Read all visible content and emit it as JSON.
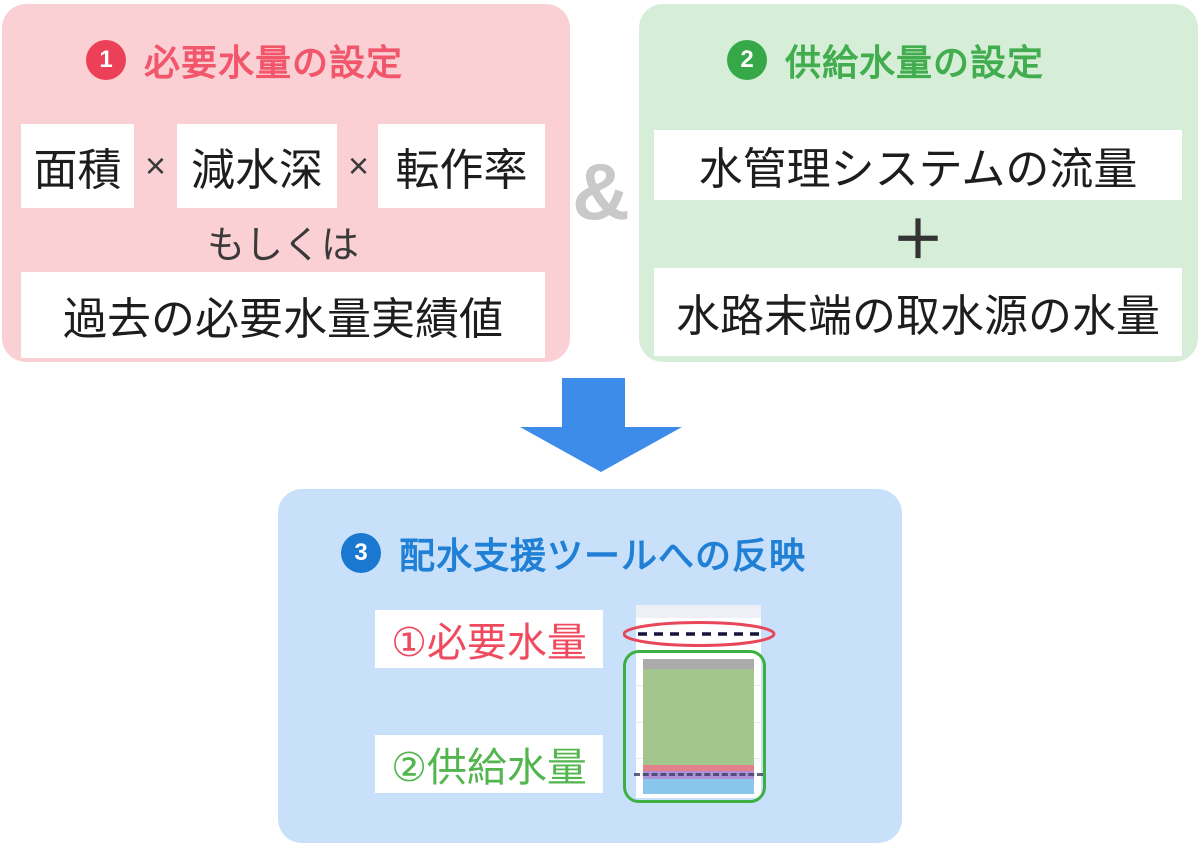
{
  "step1": {
    "badge": "1",
    "title": "必要水量の設定",
    "factor1": "面積",
    "times": "×",
    "factor2": "減水深",
    "factor3": "転作率",
    "or_text": "もしくは",
    "alt_box": "過去の必要水量実績値"
  },
  "and_symbol": "&",
  "step2": {
    "badge": "2",
    "title": "供給水量の設定",
    "source1": "水管理システムの流量",
    "plus": "＋",
    "source2": "水路末端の取水源の水量"
  },
  "step3": {
    "badge": "3",
    "title": "配水支援ツールへの反映",
    "legend_required": "①必要水量",
    "legend_supply": "②供給水量"
  },
  "colors": {
    "step1_bg": "#fbd0d5",
    "step1_accent": "#f2566b",
    "step1_badge": "#ec4058",
    "step2_bg": "#d6eed7",
    "step2_accent": "#41ad4e",
    "step2_badge": "#36a848",
    "step3_bg": "#c9e0fa",
    "step3_accent": "#2080d6",
    "step3_badge": "#1a78d0",
    "arrow": "#3d8ce9",
    "ampersand": "#c9c9c9",
    "legend_required_text": "#ef4a5e",
    "legend_supply_text": "#52b54e",
    "chart_gray_cap": "#ababab",
    "chart_green_fill": "#a3c58e",
    "chart_pink_line": "#e2808c",
    "chart_purple_band": "#ad92da",
    "chart_blue_fill": "#89c6ec",
    "chart_red_ellipse": "#e8475a",
    "chart_green_outline": "#3cb043",
    "chart_black_dashed": "#14143c"
  }
}
